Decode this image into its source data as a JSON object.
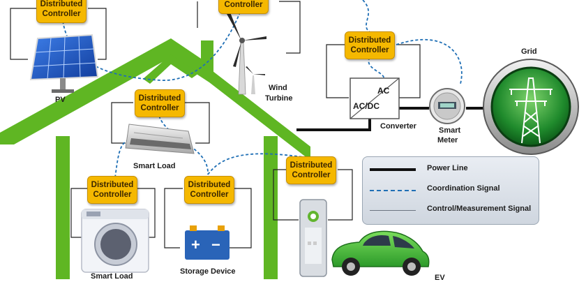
{
  "controllers": {
    "label_line1": "Distributed",
    "label_line2": "Controller"
  },
  "components": {
    "pv": "PV",
    "wind_line1": "Wind",
    "wind_line2": "Turbine",
    "smart_load": "Smart Load",
    "storage": "Storage Device",
    "ev": "EV",
    "grid": "Grid",
    "converter": "Converter",
    "meter_line1": "Smart",
    "meter_line2": "Meter",
    "converter_ac": "AC",
    "converter_acdc": "AC/DC",
    "battery_plus": "+",
    "battery_minus": "−"
  },
  "legend": {
    "power_line": "Power Line",
    "coordination": "Coordination Signal",
    "control": "Control/Measurement Signal"
  },
  "colors": {
    "house_green": "#5fb623",
    "controller_fill": "#f5b800",
    "coordination_blue": "#1f6fb5",
    "power_line": "#111111",
    "grid_ring": "#1c7a2a",
    "ev_green": "#3fb43a"
  },
  "icons": [
    "solar-panel-icon",
    "wind-turbine-icon",
    "air-conditioner-icon",
    "washing-machine-icon",
    "battery-icon",
    "charging-station-icon",
    "electric-car-icon",
    "transmission-tower-icon",
    "smart-meter-icon",
    "converter-icon"
  ]
}
